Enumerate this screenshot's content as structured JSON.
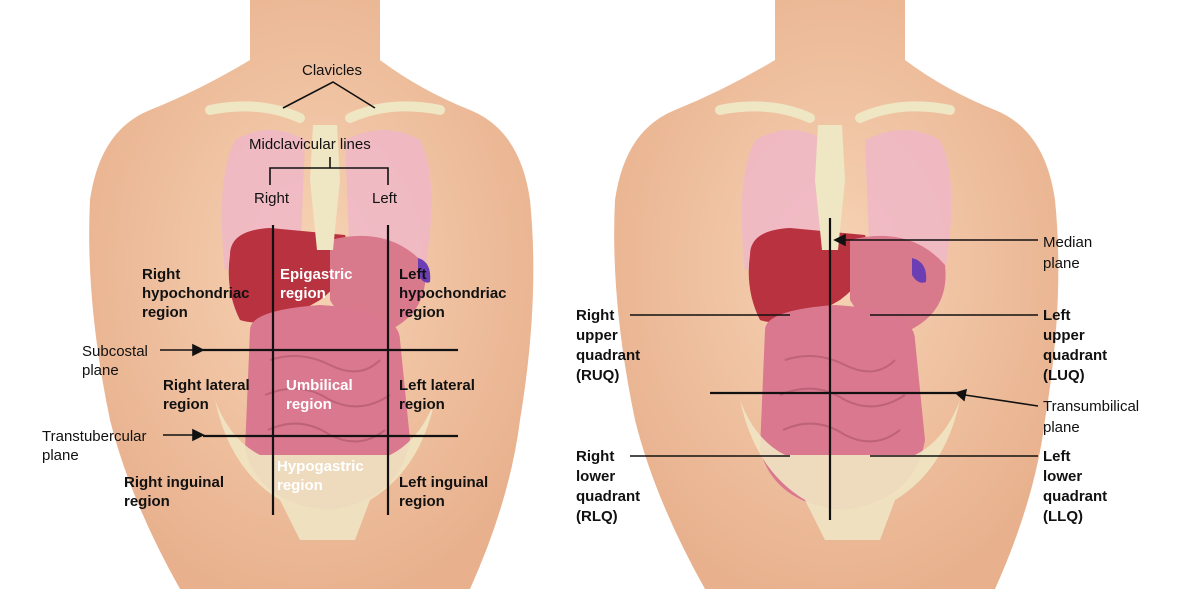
{
  "left": {
    "clavicles": "Clavicles",
    "midclavicular": "Midclavicular lines",
    "right": "Right",
    "left": "Left",
    "subcostal_plane": "Subcostal\nplane",
    "transtubercular_plane": "Transtubercular\nplane",
    "regions": {
      "right_hypochondriac": "Right\nhypochondriac\nregion",
      "epigastric": "Epigastric\nregion",
      "left_hypochondriac": "Left\nhypochondriac\nregion",
      "right_lateral": "Right lateral\nregion",
      "umbilical": "Umbilical\nregion",
      "left_lateral": "Left lateral\nregion",
      "right_inguinal": "Right inguinal\nregion",
      "hypogastric": "Hypogastric\nregion",
      "left_inguinal": "Left inguinal\nregion"
    }
  },
  "right": {
    "median_plane": "Median\nplane",
    "transumbilical_plane": "Transumbilical\nplane",
    "ruq": "Right\nupper\nquadrant\n(RUQ)",
    "luq": "Left\nupper\nquadrant\n(LUQ)",
    "rlq": "Right\nlower\nquadrant\n(RLQ)",
    "llq": "Left\nlower\nquadrant\n(LLQ)"
  },
  "colors": {
    "skin": "#f3c7a3",
    "skin_shadow": "#e3a886",
    "lung": "#f0b7c8",
    "liver": "#b8323f",
    "stomach": "#d9798c",
    "intestine": "#d9788f",
    "bone": "#efe6c3",
    "gallbladder": "#3fbf3f",
    "spleen": "#6b3fb3",
    "line": "#111111"
  }
}
